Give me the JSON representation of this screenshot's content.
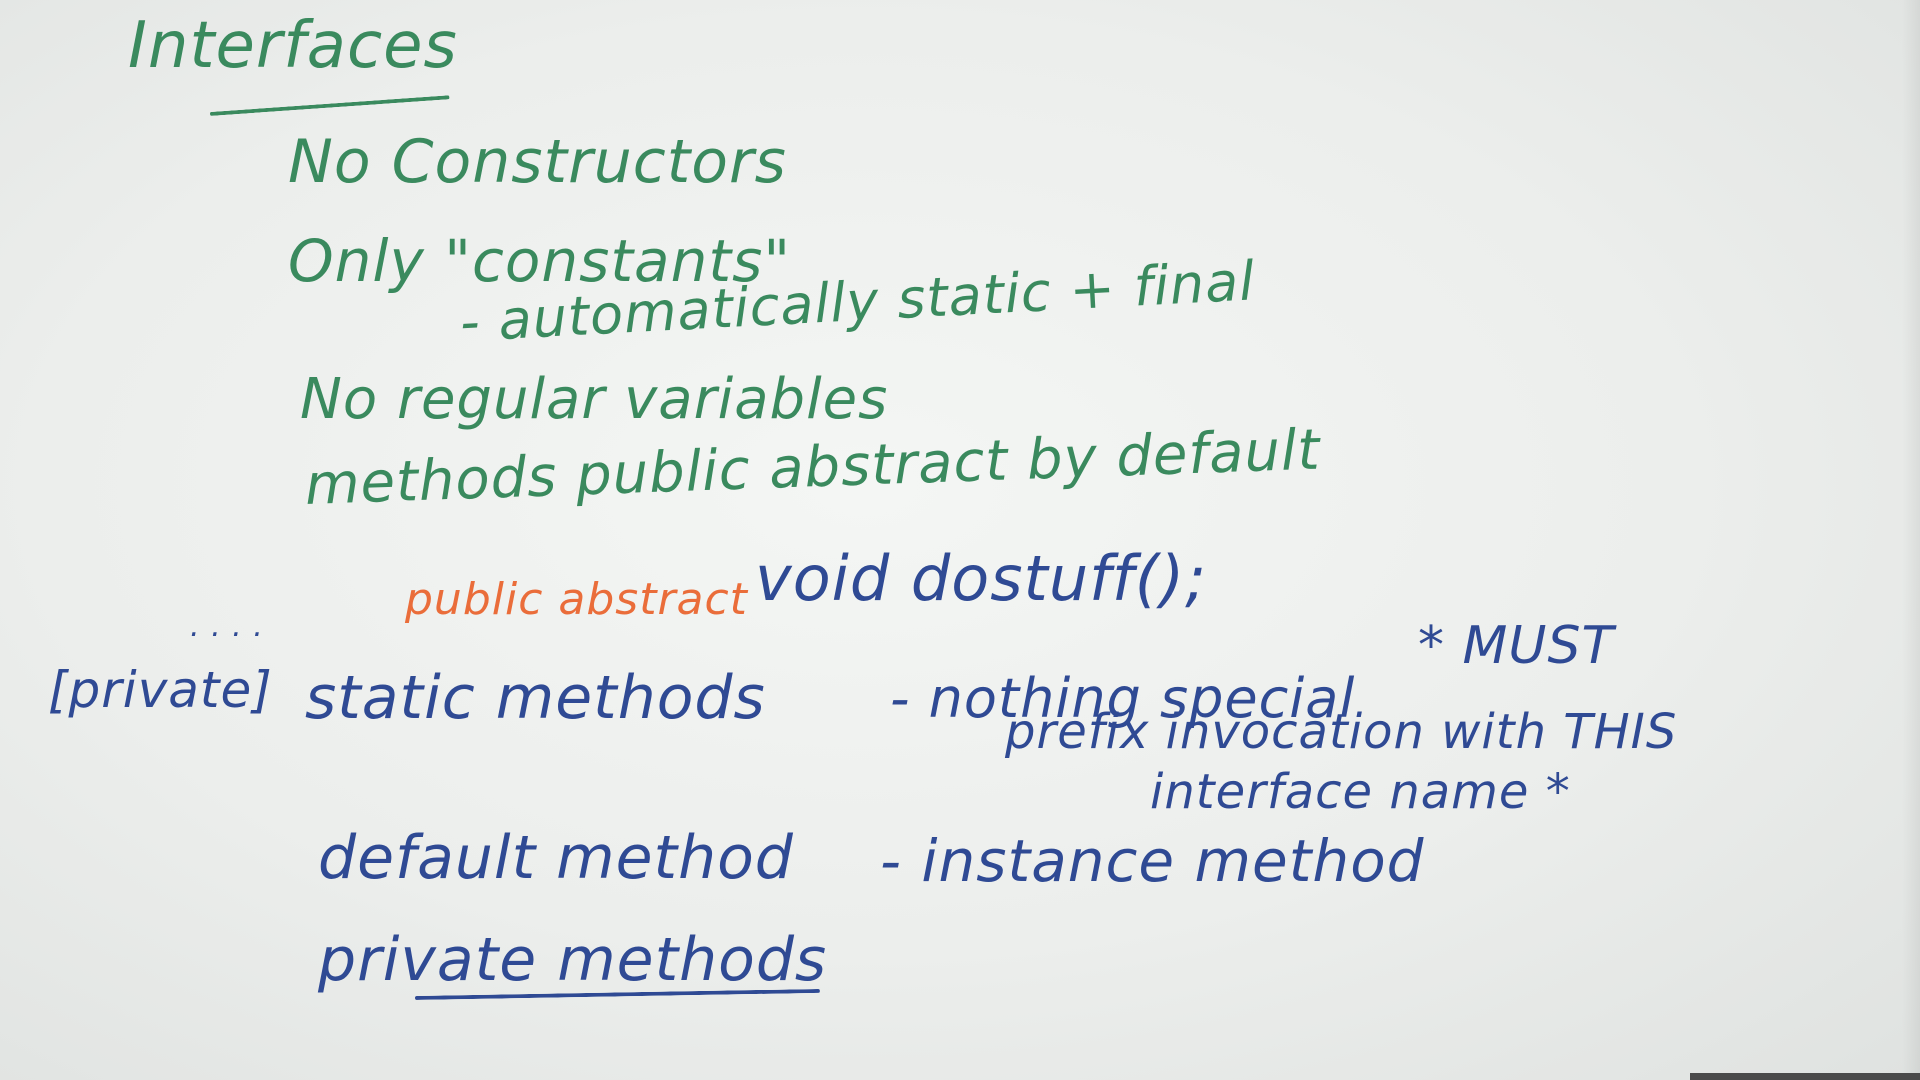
{
  "board": {
    "title": "Interfaces",
    "lines": {
      "no_constructors": "No Constructors",
      "only_constants": "Only \"constants\"",
      "auto_static_final": "- automatically static + final",
      "no_regular_variables": "No regular variables",
      "methods_public_abstract": "methods public abstract by default",
      "public_abstract": "public abstract",
      "void_dostuff": "void dostuff();",
      "dots": ". . . .",
      "private_bracket": "[private]",
      "static_methods": "static methods",
      "nothing_special": "- nothing special",
      "must": "* MUST",
      "prefix_invocation": "prefix invocation with THIS",
      "interface_name": "interface name *",
      "default_method": "default method",
      "instance_method": "- instance method",
      "private_methods": "private methods"
    },
    "ink_colors": {
      "green": "#3a8a5e",
      "blue": "#2f4a94",
      "orange": "#ea6d3a"
    }
  }
}
